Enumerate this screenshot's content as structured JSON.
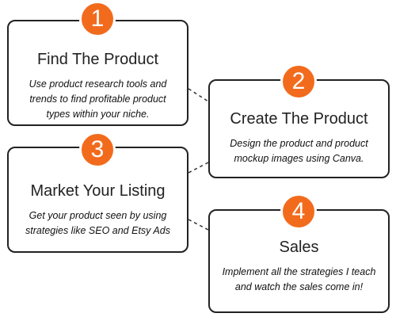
{
  "accent_color": "#F26B1D",
  "steps": [
    {
      "number": "1",
      "title": "Find The Product",
      "description": "Use product research tools and trends to find profitable product types within your niche."
    },
    {
      "number": "2",
      "title": "Create The Product",
      "description": "Design the product and product mockup images using Canva."
    },
    {
      "number": "3",
      "title": "Market Your Listing",
      "description": "Get your product seen by using strategies like SEO and Etsy Ads"
    },
    {
      "number": "4",
      "title": "Sales",
      "description": "Implement all the strategies I teach and watch the sales come in!"
    }
  ]
}
